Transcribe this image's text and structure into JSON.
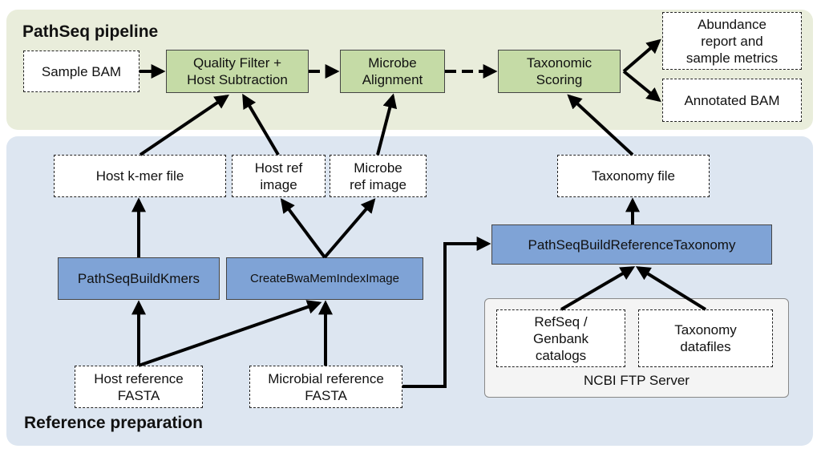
{
  "sections": {
    "pipeline_title": "PathSeq pipeline",
    "reference_title": "Reference preparation"
  },
  "nodes": {
    "sample_bam": "Sample BAM",
    "quality_filter": "Quality Filter +\nHost Subtraction",
    "microbe_alignment": "Microbe\nAlignment",
    "taxonomic_scoring": "Taxonomic\nScoring",
    "abundance_report": "Abundance\nreport and\nsample metrics",
    "annotated_bam": "Annotated BAM",
    "host_kmer_file": "Host k-mer file",
    "host_ref_image": "Host ref\nimage",
    "microbe_ref_image": "Microbe\nref image",
    "taxonomy_file": "Taxonomy file",
    "build_kmers": "PathSeqBuildKmers",
    "create_bwa_index": "CreateBwaMemIndexImage",
    "build_taxonomy": "PathSeqBuildReferenceTaxonomy",
    "host_reference_fasta": "Host reference\nFASTA",
    "microbial_reference_fasta": "Microbial reference\nFASTA",
    "refseq_catalogs": "RefSeq /\nGenbank\ncatalogs",
    "taxonomy_datafiles": "Taxonomy\ndatafiles",
    "ncbi_ftp_server": "NCBI FTP Server"
  },
  "colors": {
    "pipeline_panel": "#e9eddb",
    "reference_panel": "#dde6f1",
    "pipeline_step": "#c5dba6",
    "reference_tool": "#7fa3d6",
    "server_box": "#f4f4f4"
  }
}
